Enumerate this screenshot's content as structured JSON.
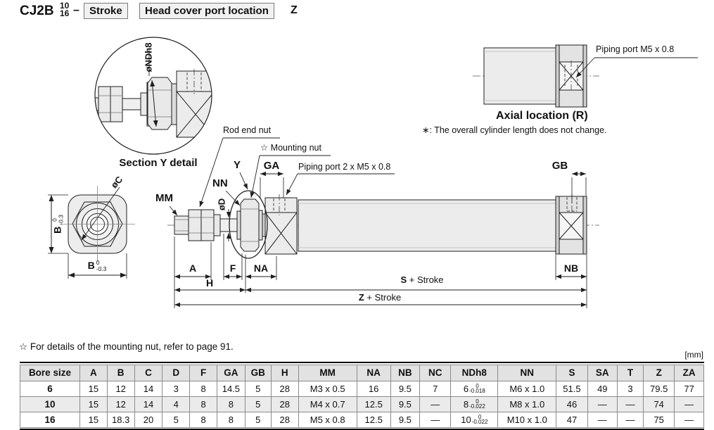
{
  "title": {
    "model": "CJ2B",
    "bore_top": "10",
    "bore_bottom": "16",
    "dash": "–",
    "stroke_box": "Stroke",
    "port_box": "Head cover port location",
    "suffix": "Z"
  },
  "section_detail": {
    "title": "Section Y detail",
    "dia_label": "øNDh8"
  },
  "axial": {
    "title": "Axial location (R)",
    "piping_label": "Piping port M5 x 0.8",
    "note": "∗: The overall cylinder length does not change."
  },
  "main_drawing": {
    "rod_end_nut_label": "Rod end nut",
    "mounting_nut_label": "☆ Mounting nut",
    "piping_label": "Piping port 2 x M5 x 0.8",
    "dim_Y": "Y",
    "dim_GA": "GA",
    "dim_GB": "GB",
    "dim_NN": "NN",
    "dim_MM": "MM",
    "dim_oD": "øD",
    "dim_A": "A",
    "dim_F": "F",
    "dim_NA": "NA",
    "dim_NB": "NB",
    "dim_H": "H",
    "dim_S_bold": "S",
    "dim_S_rest": " + Stroke",
    "dim_Z_bold": "Z",
    "dim_Z_rest": " + Stroke"
  },
  "end_view": {
    "b_label": "B",
    "tol_top": "0",
    "tol_bottom": "-0.3",
    "c_label": "øC"
  },
  "footnote": "☆ For details of the mounting nut, refer to page 91.",
  "table": {
    "unit_label": "[mm]",
    "columns": [
      "Bore size",
      "A",
      "B",
      "C",
      "D",
      "F",
      "GA",
      "GB",
      "H",
      "MM",
      "NA",
      "NB",
      "NC",
      "NDh8",
      "NN",
      "S",
      "SA",
      "T",
      "Z",
      "ZA"
    ],
    "rows": [
      {
        "bore": "6",
        "shaded": false,
        "values": [
          "15",
          "12",
          "14",
          "3",
          "8",
          "14.5",
          "5",
          "28",
          "M3 x 0.5",
          "16",
          "9.5",
          "7",
          {
            "base": "6",
            "tol_top": "0",
            "tol_bottom": "-0.018"
          },
          "M6 x 1.0",
          "51.5",
          "49",
          "3",
          "79.5",
          "77"
        ]
      },
      {
        "bore": "10",
        "shaded": true,
        "values": [
          "15",
          "12",
          "14",
          "4",
          "8",
          "8",
          "5",
          "28",
          "M4 x 0.7",
          "12.5",
          "9.5",
          "—",
          {
            "base": "8",
            "tol_top": "0",
            "tol_bottom": "-0.022"
          },
          "M8 x 1.0",
          "46",
          "—",
          "—",
          "74",
          "—"
        ]
      },
      {
        "bore": "16",
        "shaded": false,
        "values": [
          "15",
          "18.3",
          "20",
          "5",
          "8",
          "8",
          "5",
          "28",
          "M5 x 0.8",
          "12.5",
          "9.5",
          "—",
          {
            "base": "10",
            "tol_top": "0",
            "tol_bottom": "-0.022"
          },
          "M10 x 1.0",
          "47",
          "—",
          "—",
          "75",
          "—"
        ]
      }
    ]
  },
  "colors": {
    "line": "#1f1f1f",
    "fill_light": "#ececec",
    "fill_mid": "#e3e3e3",
    "table_header_bg": "#e2e2e2",
    "table_shaded_bg": "#ebebeb"
  }
}
